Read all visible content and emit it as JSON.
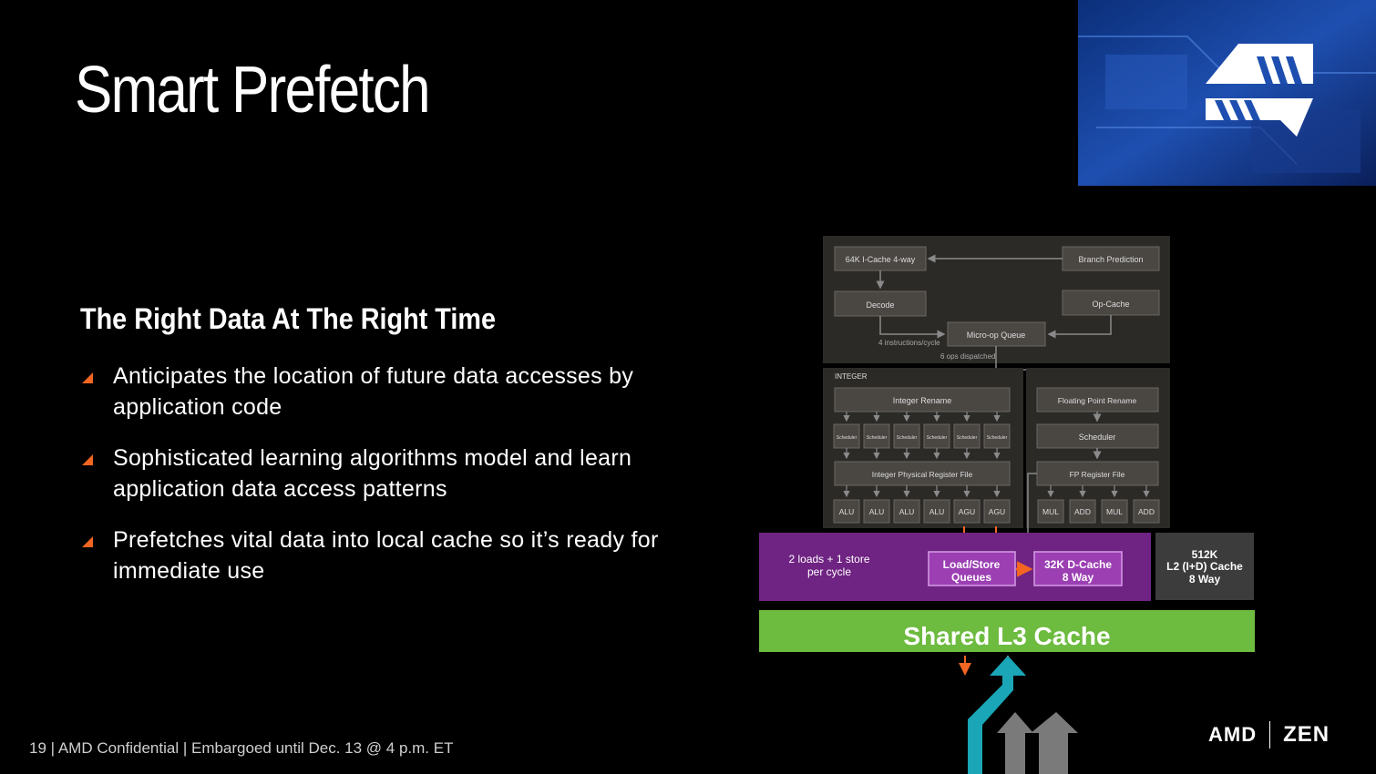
{
  "slide": {
    "title": "Smart Prefetch",
    "subheading": "The Right Data At The Right Time",
    "bullets": [
      "Anticipates the location of future data accesses by application code",
      "Sophisticated learning algorithms model and learn application data access patterns",
      "Prefetches vital data into local cache so it’s ready for immediate use"
    ],
    "footer": "19 | AMD Confidential | Embargoed until Dec. 13 @ 4 p.m. ET",
    "logo_amd": "AMD",
    "logo_zen": "ZEN",
    "accent_color": "#f26522"
  },
  "diagram": {
    "icache": "64K I-Cache 4-way",
    "branch": "Branch Prediction",
    "decode": "Decode",
    "opcache": "Op-Cache",
    "uop_queue": "Micro-op Queue",
    "instr_rate": "4 instructions/cycle",
    "dispatch": "6 ops dispatched",
    "integer_label": "INTEGER",
    "int_rename": "Integer Rename",
    "fp_rename": "Floating Point Rename",
    "schedulers": [
      "Scheduler",
      "Scheduler",
      "Scheduler",
      "Scheduler",
      "Scheduler",
      "Scheduler"
    ],
    "fp_scheduler": "Scheduler",
    "int_regfile": "Integer Physical Register File",
    "fp_regfile": "FP Register File",
    "int_units": [
      "ALU",
      "ALU",
      "ALU",
      "ALU",
      "AGU",
      "AGU"
    ],
    "fp_units": [
      "MUL",
      "ADD",
      "MUL",
      "ADD"
    ],
    "loads_store_line1": "2 loads + 1 store",
    "loads_store_line2": "per cycle",
    "lsq_line1": "Load/Store",
    "lsq_line2": "Queues",
    "dcache_line1": "32K D-Cache",
    "dcache_line2": "8 Way",
    "l2_line1": "512K",
    "l2_line2": "L2 (I+D) Cache",
    "l2_line3": "8 Way",
    "l3": "Shared L3 Cache",
    "colors": {
      "purple": "#6f2382",
      "green": "#6dbb3f",
      "teal": "#1aa6b7",
      "gray": "#7a7a7a",
      "orange": "#f26522"
    }
  }
}
